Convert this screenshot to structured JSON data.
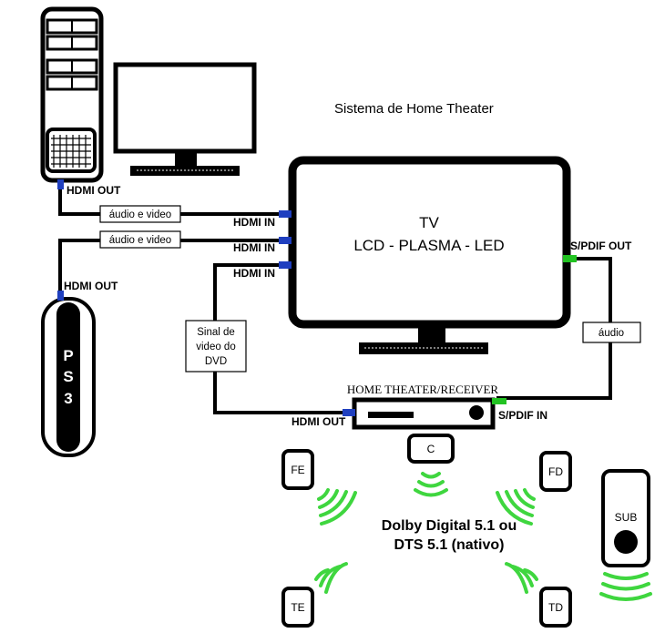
{
  "title": "Sistema de Home Theater",
  "tv": {
    "line1": "TV",
    "line2": "LCD - PLASMA - LED"
  },
  "ports": {
    "pc_hdmi_out": "HDMI OUT",
    "ps3_hdmi_out": "HDMI OUT",
    "tv_hdmi_in_1": "HDMI IN",
    "tv_hdmi_in_2": "HDMI IN",
    "tv_hdmi_in_3": "HDMI IN",
    "tv_spdif_out": "S/PDIF OUT",
    "receiver_hdmi_out": "HDMI OUT",
    "receiver_spdif_in": "S/PDIF IN"
  },
  "cables": {
    "pc_signal": "áudio e video",
    "ps3_signal": "áudio e video",
    "dvd_signal": [
      "Sinal de",
      "video do",
      "DVD"
    ],
    "spdif_signal": "áudio"
  },
  "receiver_label": "HOME THEATER/RECEIVER",
  "ps3_text": [
    "P",
    "S",
    "3"
  ],
  "speakers": {
    "fe": "FE",
    "c": "C",
    "fd": "FD",
    "te": "TE",
    "td": "TD",
    "sub": "SUB"
  },
  "format": {
    "line1": "Dolby Digital 5.1 ou",
    "line2": "DTS 5.1 (nativo)"
  },
  "colors": {
    "hdmi_port": "#1f3fbf",
    "spdif_port": "#22c322",
    "sound_wave": "#3fd63f"
  }
}
